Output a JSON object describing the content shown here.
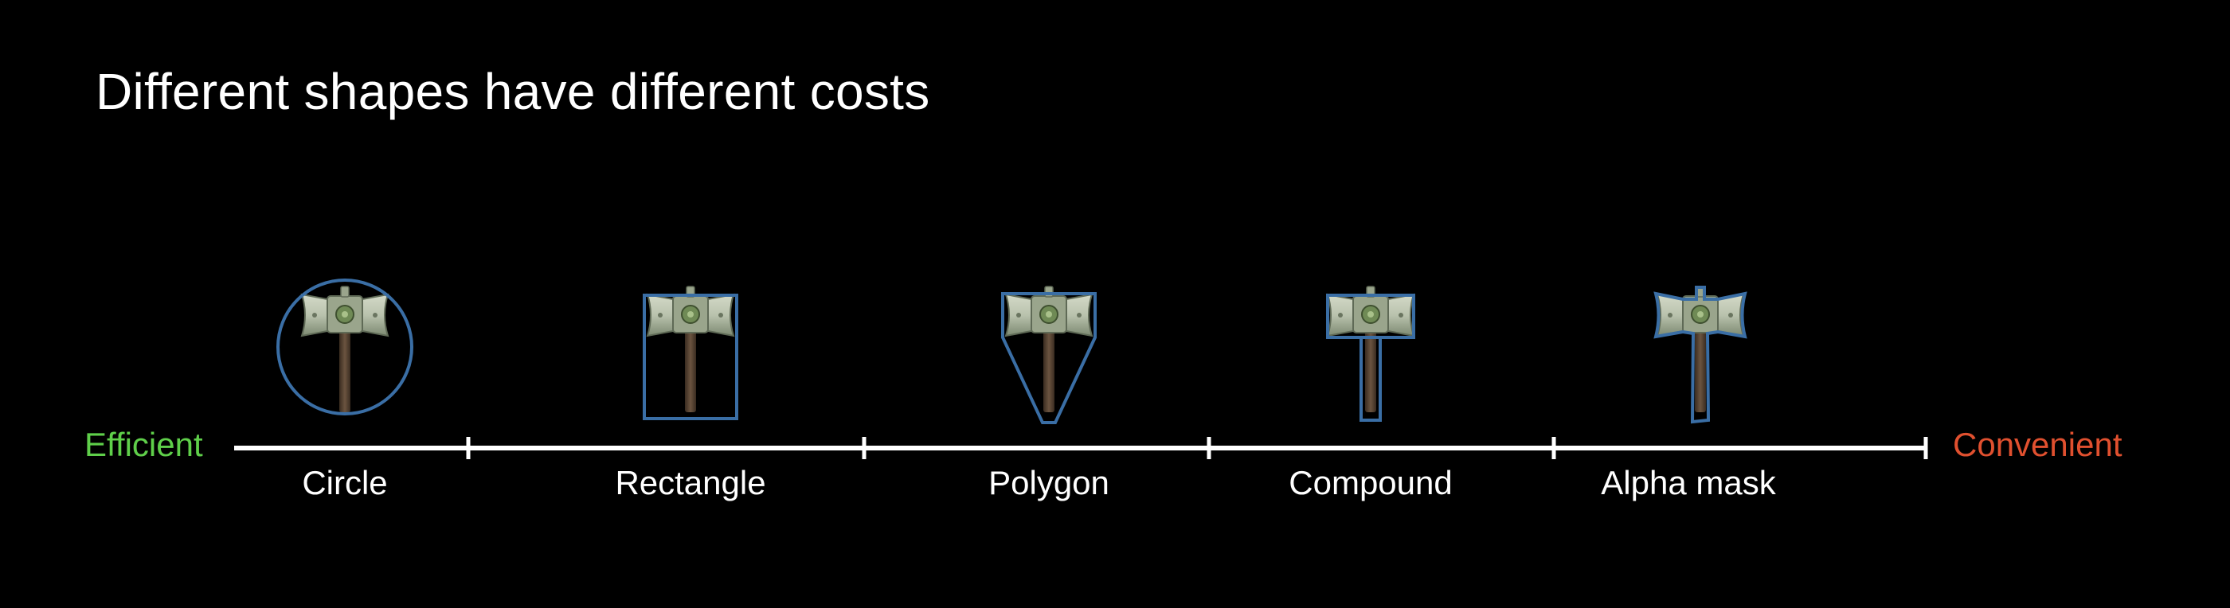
{
  "title": "Different shapes have different costs",
  "scale": {
    "left_label": "Efficient",
    "left_color": "#5fcf4a",
    "right_label": "Convenient",
    "right_color": "#e0502f",
    "axis_color": "#ffffff"
  },
  "shapes": [
    {
      "label": "Circle",
      "outline": "circle",
      "icon": "hammer-icon"
    },
    {
      "label": "Rectangle",
      "outline": "rectangle",
      "icon": "hammer-icon"
    },
    {
      "label": "Polygon",
      "outline": "polygon",
      "icon": "hammer-icon"
    },
    {
      "label": "Compound",
      "outline": "compound",
      "icon": "hammer-icon"
    },
    {
      "label": "Alpha mask",
      "outline": "alpha-mask",
      "icon": "hammer-icon"
    }
  ],
  "outline_color": "#3a6ea5",
  "hammer_colors": {
    "head": "#b9c2ad",
    "head_dark": "#7d8a72",
    "gem": "#6f8a55",
    "handle": "#5a4634"
  }
}
